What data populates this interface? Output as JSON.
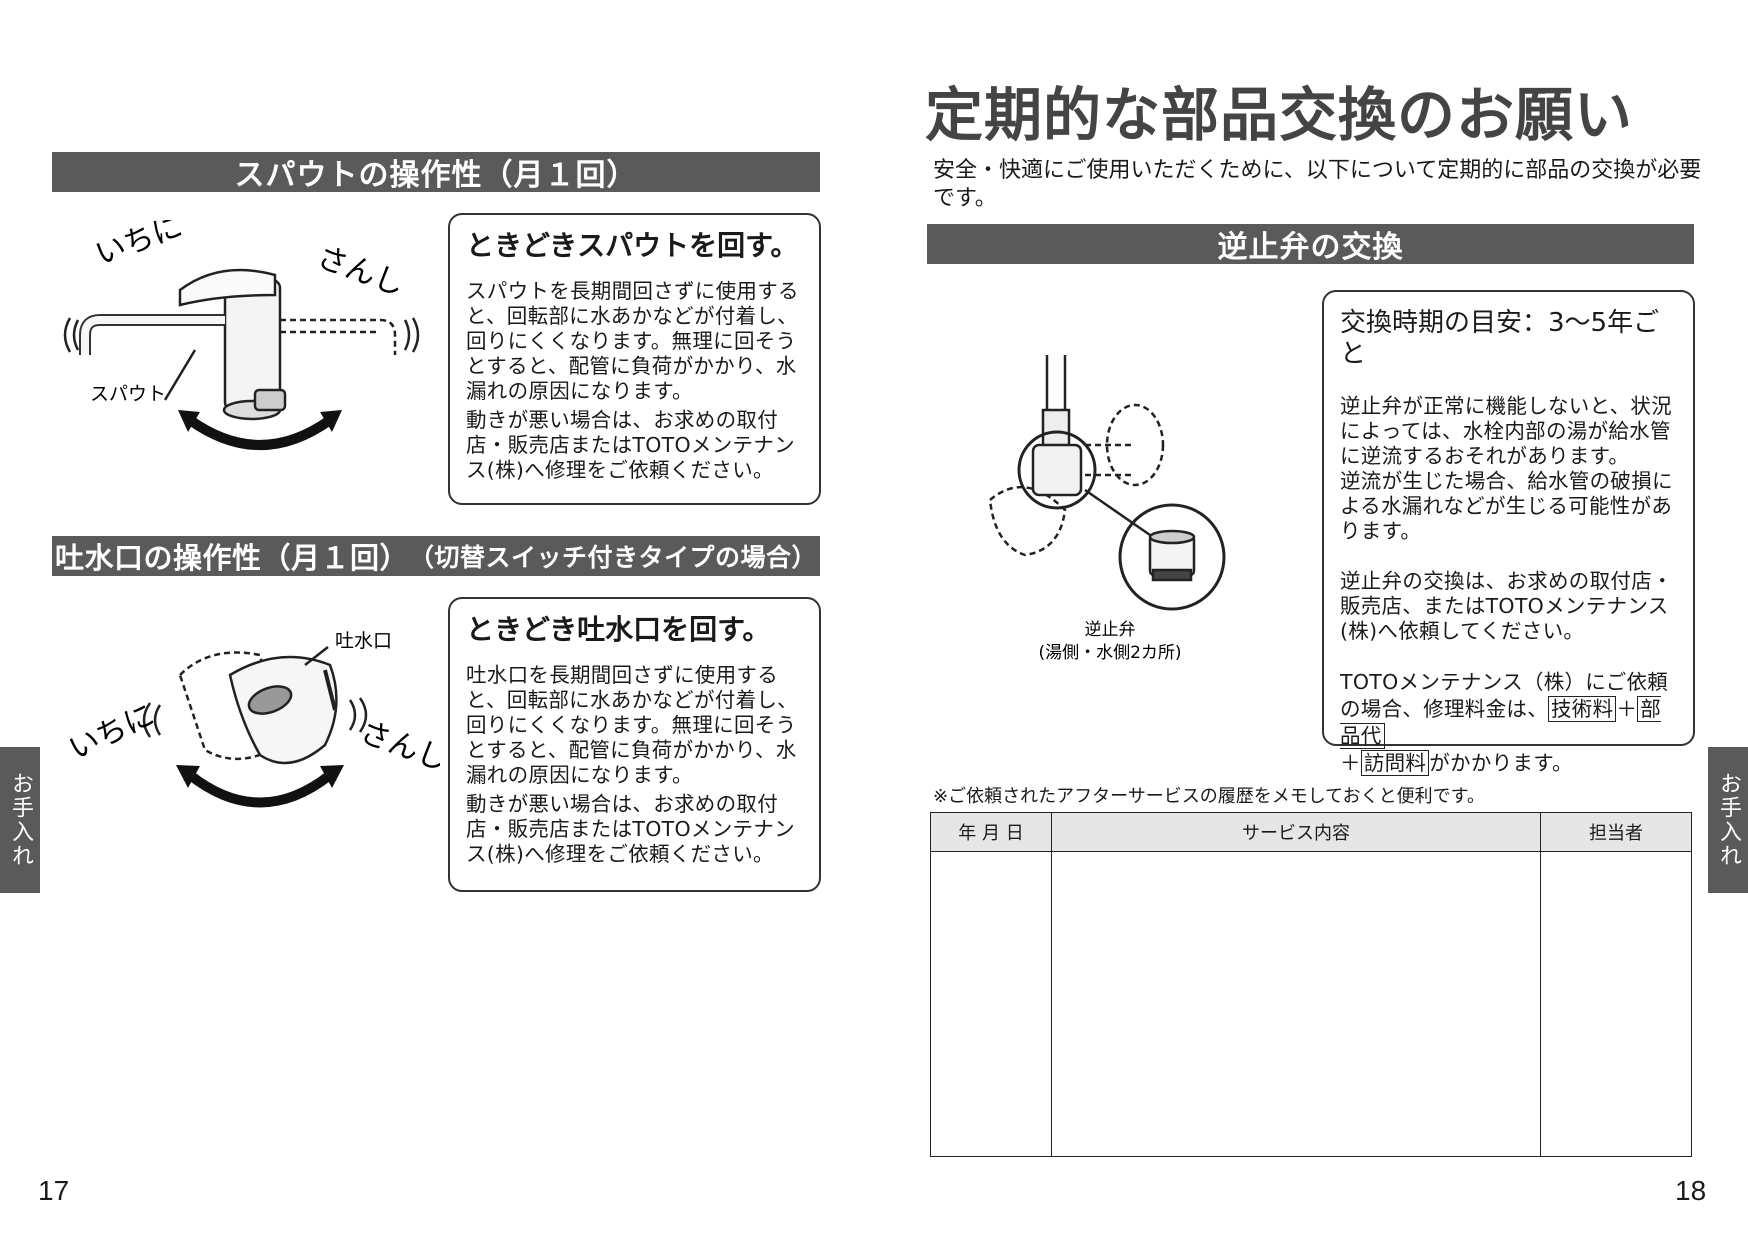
{
  "left": {
    "section1": {
      "heading": "スパウトの操作性（月１回）",
      "figure": {
        "label_ichini": "いちに",
        "label_sanshi": "さんし",
        "label_spout": "スパウト"
      },
      "box": {
        "title": "ときどきスパウトを回す。",
        "para1": "スパウトを長期間回さずに使用すると、回転部に水あかなどが付着し、回りにくくなります。無理に回そうとすると、配管に負荷がかかり、水漏れの原因になります。",
        "para2": "動きが悪い場合は、お求めの取付店・販売店またはTOTOメンテナンス(株)へ修理をご依頼ください。"
      }
    },
    "section2": {
      "heading_main": "吐水口の操作性（月１回）",
      "heading_sub": "（切替スイッチ付きタイプの場合）",
      "figure": {
        "label_outlet": "吐水口",
        "label_ichini": "いちに",
        "label_sanshi": "さんし"
      },
      "box": {
        "title": "ときどき吐水口を回す。",
        "para1": "吐水口を長期間回さずに使用すると、回転部に水あかなどが付着し、回りにくくなります。無理に回そうとすると、配管に負荷がかかり、水漏れの原因になります。",
        "para2": "動きが悪い場合は、お求めの取付店・販売店またはTOTOメンテナンス(株)へ修理をご依頼ください。"
      }
    },
    "side_tab": "お手入れ",
    "page_number": "17"
  },
  "right": {
    "title": "定期的な部品交換のお願い",
    "intro": "安全・快適にご使用いただくために、以下について定期的に部品の交換が必要です。",
    "section": {
      "heading": "逆止弁の交換",
      "figure": {
        "caption_line1": "逆止弁",
        "caption_line2": "(湯側・水側2カ所)"
      },
      "box": {
        "title": "交換時期の目安：3〜5年ごと",
        "para1": "逆止弁が正常に機能しないと、状況によっては、水栓内部の湯が給水管に逆流するおそれがあります。",
        "para2": "逆流が生じた場合、給水管の破損による水漏れなどが生じる可能性があります。",
        "para3": "逆止弁の交換は、お求めの取付店・販売店、またはTOTOメンテナンス(株)へ依頼してください。",
        "para4_pre": "TOTOメンテナンス（株）にご依頼の場合、修理料金は、",
        "fee1": "技術料",
        "plus": "＋",
        "fee2": "部品代",
        "fee3": "訪問料",
        "para4_post": "がかかります。"
      }
    },
    "memo_note": "※ご依頼されたアフターサービスの履歴をメモしておくと便利です。",
    "table": {
      "headers": [
        "年 月 日",
        "サービス内容",
        "担当者"
      ]
    },
    "side_tab": "お手入れ",
    "page_number": "18"
  }
}
